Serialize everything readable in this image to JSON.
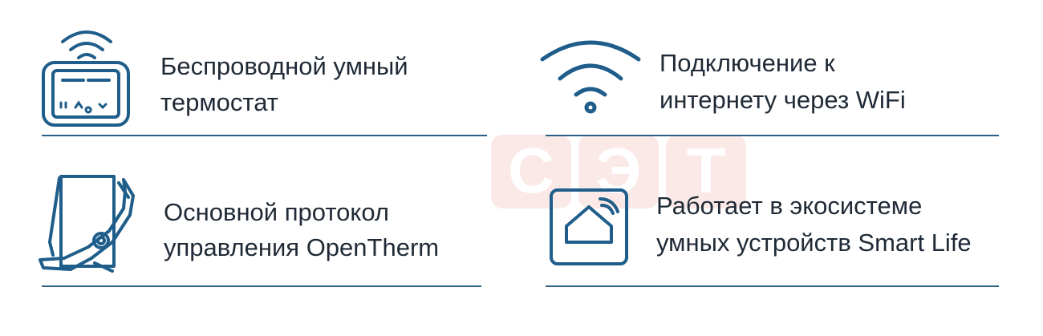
{
  "colors": {
    "icon_stroke": "#1f5d8a",
    "text": "#1f2a36",
    "divider": "#2b5f86",
    "watermark": "#f3d6d2"
  },
  "watermark": {
    "text": "СЭТ"
  },
  "features": [
    {
      "icon": "thermostat-wifi-icon",
      "line1": "Беспроводной умный",
      "line2": "термостат"
    },
    {
      "icon": "wifi-icon",
      "line1": "Подключение к",
      "line2": "интернету через WiFi"
    },
    {
      "icon": "opentherm-protocol-icon",
      "line1": "Основной протокол",
      "line2": "управления OpenTherm"
    },
    {
      "icon": "smart-home-icon",
      "line1": "Работает в экосистеме",
      "line2": "умных устройств Smart Life"
    }
  ]
}
